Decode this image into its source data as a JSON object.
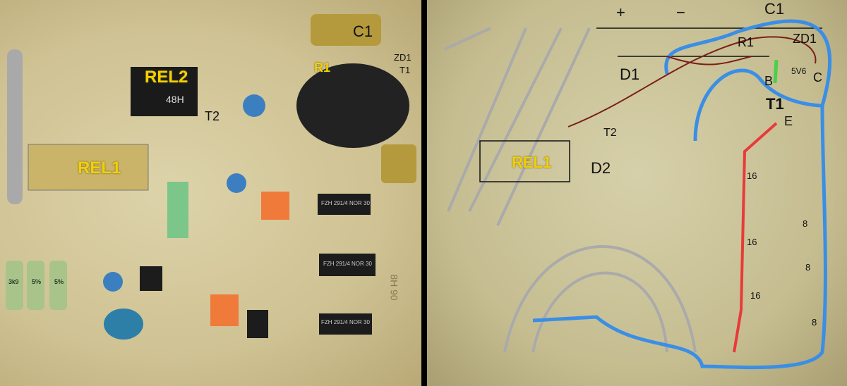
{
  "component_side": {
    "labels": {
      "c1": "C1",
      "rel2": "REL2",
      "r1": "R1",
      "zd1": "ZD1",
      "t1": "T1",
      "t2": "T2",
      "rel1": "REL1"
    },
    "relay2_marking": "48H",
    "ic_markings": [
      "FZH 291/4 NOR 30",
      "FZH 291/4 NOR 30",
      "FZH 291/4 NOR 30"
    ],
    "resistor_markings": [
      "3k9",
      "5%",
      "5%"
    ],
    "board_marking": "8H 90"
  },
  "solder_side": {
    "labels": {
      "plus": "+",
      "minus": "−",
      "c1": "C1",
      "zd1": "ZD1",
      "r1": "R1",
      "d1": "D1",
      "b": "B",
      "zener_value": "5V6",
      "c": "C",
      "t1": "T1",
      "e": "E",
      "t2": "T2",
      "rel1": "REL1",
      "d2": "D2"
    },
    "pin_counts": [
      "16",
      "8",
      "16",
      "8",
      "16",
      "8"
    ]
  },
  "colors": {
    "annotation_yellow": "#f5d000",
    "trace_blue": "#3a8ee6",
    "trace_red": "#e83a3a",
    "trace_green": "#4ad04a",
    "trace_brown": "#7a1f1a"
  }
}
